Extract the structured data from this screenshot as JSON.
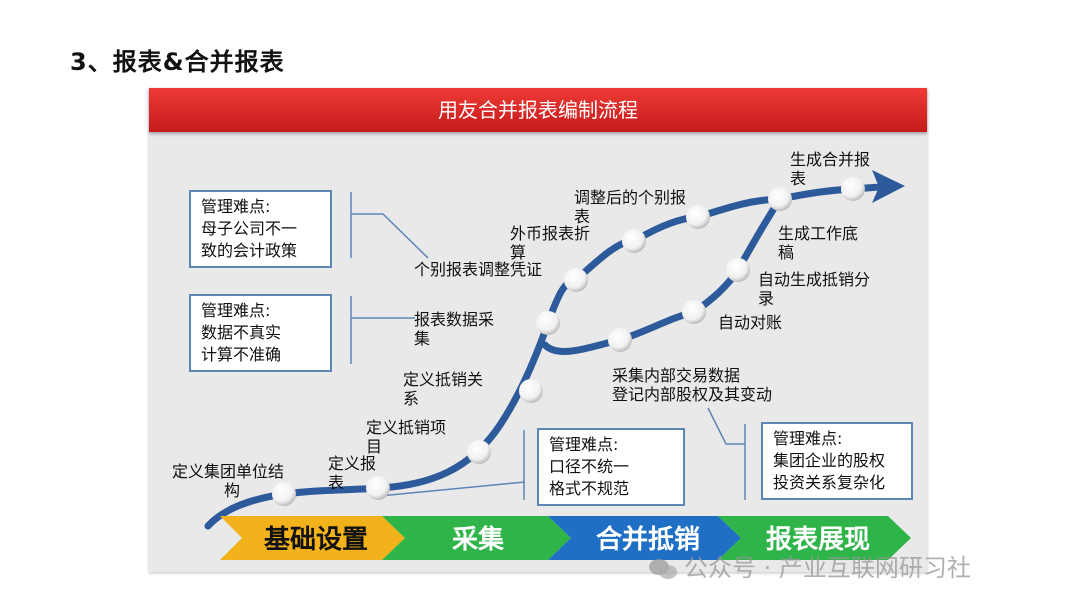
{
  "heading": "3、报表&合并报表",
  "banner": "用友合并报表编制流程",
  "difficulty_boxes": [
    {
      "lines": [
        "管理难点:",
        "母子公司不一",
        "致的会计政策"
      ]
    },
    {
      "lines": [
        "管理难点:",
        "数据不真实",
        "计算不准确"
      ]
    },
    {
      "lines": [
        "管理难点:",
        "口径不统一",
        "格式不规范"
      ]
    },
    {
      "lines": [
        "管理难点:",
        "集团企业的股权",
        "投资关系复杂化"
      ]
    }
  ],
  "process_labels": [
    {
      "lines": [
        "定义集团单位结",
        "构"
      ]
    },
    {
      "lines": [
        "定义报",
        "表"
      ]
    },
    {
      "lines": [
        "定义抵销项",
        "目"
      ]
    },
    {
      "lines": [
        "定义抵销关",
        "系"
      ]
    },
    {
      "lines": [
        "报表数据采",
        "集"
      ]
    },
    {
      "lines": [
        "个别报表调整凭证"
      ]
    },
    {
      "lines": [
        "外币报表折",
        "算"
      ]
    },
    {
      "lines": [
        "调整后的个别报",
        "表"
      ]
    },
    {
      "lines": [
        "生成合并报",
        "表"
      ]
    },
    {
      "lines": [
        "采集内部交易数据",
        "登记内部股权及其变动"
      ]
    },
    {
      "lines": [
        "自动对账"
      ]
    },
    {
      "lines": [
        "自动生成抵销分",
        "录"
      ]
    },
    {
      "lines": [
        "生成工作底",
        "稿"
      ]
    }
  ],
  "stages": [
    {
      "label": "基础设置",
      "color": "#f2b21b",
      "text_color": "#111111"
    },
    {
      "label": "采集",
      "color": "#2fb44a",
      "text_color": "#ffffff"
    },
    {
      "label": "合并抵销",
      "color": "#1f6fc5",
      "text_color": "#ffffff"
    },
    {
      "label": "报表展现",
      "color": "#2fb44a",
      "text_color": "#ffffff"
    }
  ],
  "colors": {
    "curve": "#2d5a9a",
    "banner": "#d8231f",
    "box_border": "#5b86b6"
  },
  "watermark": "公众号 · 产业互联网研习社"
}
